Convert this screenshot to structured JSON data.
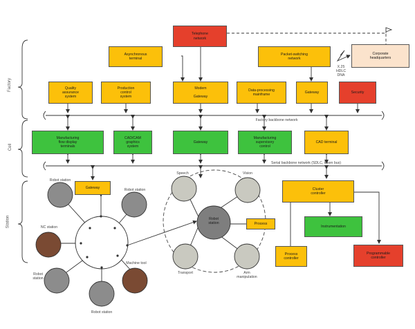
{
  "colors": {
    "yellow": "#fcc00a",
    "green": "#3ec23e",
    "red": "#e5402c",
    "peach": "#fbe3cc",
    "node_light": "#c9c9c0",
    "node_dark": "#8c8c8c",
    "node_brown": "#7a4a33",
    "line": "#333333"
  },
  "levels": {
    "factory": "Factory",
    "cell": "Cell",
    "station": "Station"
  },
  "networks": {
    "factory_backbone": "Factory backbone network",
    "serial_backbone": "Serial backbone network (SDLC, token bus)"
  },
  "boxes": {
    "telephone": "Telephone\nnetwork",
    "async_terminal": "Asynchronous\nterminal",
    "packet_switching": "Packet-switching\nnetwork",
    "corporate_hq": "Corporate\nheadquarters",
    "quality": "Quality\nassurance\nsystem",
    "production": "Production\ncontrol\nsystem",
    "modem_gateway": "Modem\n\nGateway",
    "data_processing": "Data-processing\nmainframe",
    "gateway_factory": "Gateway",
    "security": "Security",
    "mfg_flow": "Manufacturing\nflow display\nterminals",
    "cad_cam": "CAD/CAM\ngraphics\nsystem",
    "gateway_cell": "Gateway",
    "mfg_supervisory": "Manufacturing\nsupervisory\ncontrol",
    "cad_terminal": "CAD terminal",
    "gateway_station": "Gateway",
    "cluster_controller": "Cluster\ncontroller",
    "instrumentation": "Instrumentation",
    "process_station": "Process",
    "process_controller": "Process\ncontroller",
    "programmable_controller": "Programmable\ncontroller",
    "robot_station_hub": "Robot\nstation"
  },
  "labels": {
    "x25": "X.25\nHDLC\nDNA",
    "robot_station_1": "Robot station",
    "robot_station_2": "Robot station",
    "nc_station": "NC station",
    "machine_tool": "Machine tool",
    "robot_station_3": "Robot\nstation",
    "robot_station_4": "Robot station",
    "speech": "Speech",
    "vision": "Vision",
    "transport": "Transport",
    "arm_manipulation": "Arm\nmanipulation"
  }
}
